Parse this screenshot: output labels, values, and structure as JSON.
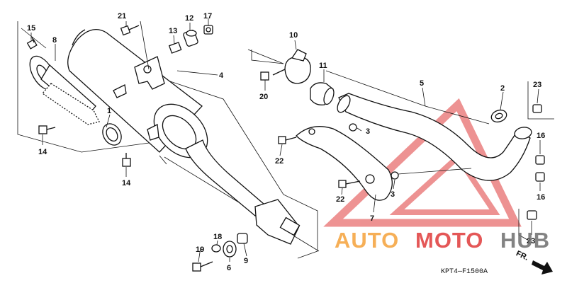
{
  "callouts": {
    "c1": "1",
    "c2": "2",
    "c3a": "3",
    "c3b": "3",
    "c4": "4",
    "c5": "5",
    "c6": "6",
    "c7": "7",
    "c8": "8",
    "c9": "9",
    "c10": "10",
    "c11": "11",
    "c12": "12",
    "c13": "13",
    "c14a": "14",
    "c14b": "14",
    "c15": "15",
    "c16a": "16",
    "c16b": "16",
    "c17": "17",
    "c18": "18",
    "c19": "19",
    "c20": "20",
    "c21": "21",
    "c22a": "22",
    "c22b": "22",
    "c23a": "23",
    "c23b": "23"
  },
  "diagram_code": "KPT4—F1500A",
  "front_marker": "FR.",
  "watermark": {
    "part1": "AUTO",
    "part2": "MOTO",
    "part3": "HUB",
    "colors": {
      "orange": "#f5a23a",
      "red": "#e03a3a",
      "grey": "#6e6e6e"
    }
  }
}
